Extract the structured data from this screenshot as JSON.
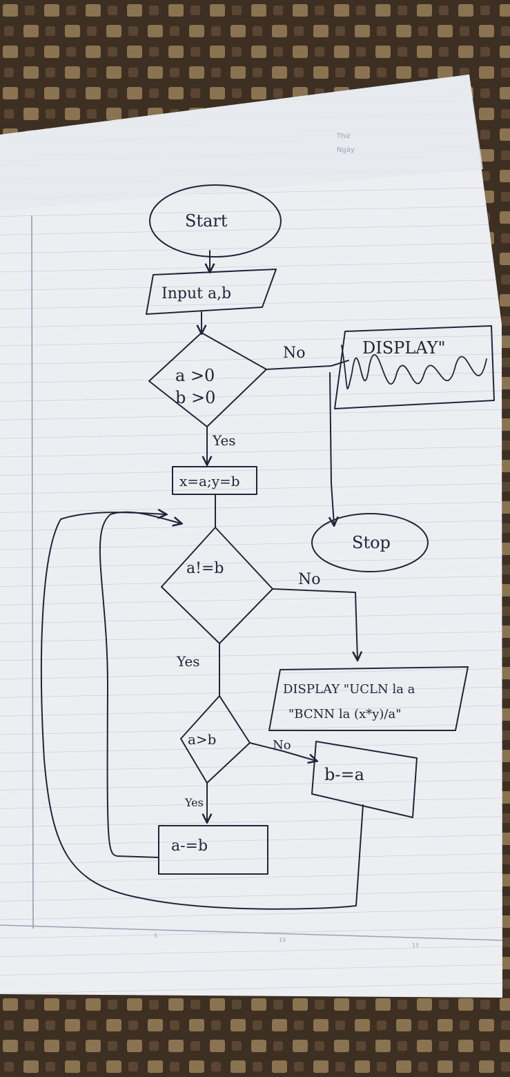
{
  "page_header": {
    "line1": "Thứ",
    "line2": "Ngày"
  },
  "nodes": {
    "start": "Start",
    "input": "Input a,b",
    "check1_line1": "a >0",
    "check1_line2": "b >0",
    "assign": "x=a;y=b",
    "loop_cond": "a!=b",
    "cmp": "a>b",
    "sub_a": "a-=b",
    "sub_b": "b-=a",
    "display_result_line1": "DISPLAY \"UCLN la a",
    "display_result_line2": "\"BCNN la (x*y)/a\"",
    "display_error": "DISPLAY\"",
    "stop": "Stop"
  },
  "edges": {
    "no1": "No",
    "yes1": "Yes",
    "no2": "No",
    "yes2": "Yes",
    "no3": "No",
    "yes3": "Yes"
  },
  "ruler_marks": [
    "5",
    "10",
    "15"
  ],
  "colors": {
    "ink": "#23233a",
    "paper": "#eceef2",
    "rule": "#b7bdcc",
    "margin_line": "#8f98ad",
    "table": "#4a3a2a"
  }
}
